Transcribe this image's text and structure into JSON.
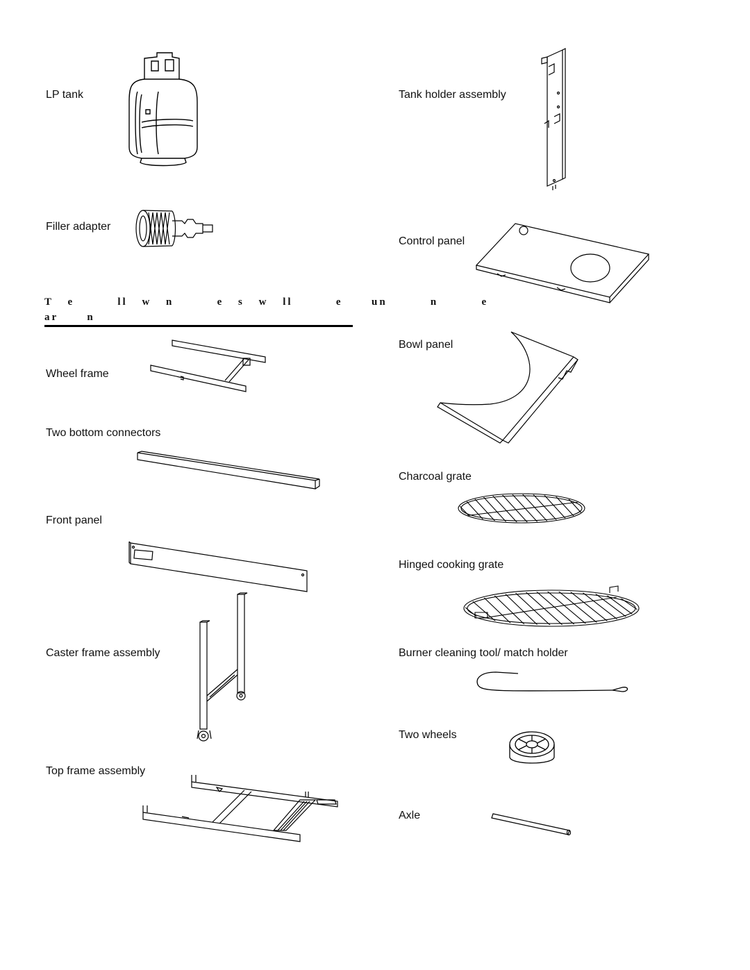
{
  "parts_left": [
    {
      "label": "LP tank"
    },
    {
      "label": "Filler adapter"
    },
    {
      "label": "Wheel frame"
    },
    {
      "label": "Two bottom connectors"
    },
    {
      "label": "Front panel"
    },
    {
      "label": "Caster frame assembly"
    },
    {
      "label": "Top frame assembly"
    }
  ],
  "section": {
    "heading_line1": "T e   ll w n   e s w ll   e  un   n   e",
    "heading_line2": "ar  n"
  },
  "parts_right": [
    {
      "label": "Tank holder assembly"
    },
    {
      "label": "Control panel"
    },
    {
      "label": "Bowl panel"
    },
    {
      "label": "Charcoal grate"
    },
    {
      "label": "Hinged cooking grate"
    },
    {
      "label": "Burner cleaning tool/ match holder"
    },
    {
      "label": "Two wheels"
    },
    {
      "label": "Axle"
    }
  ]
}
